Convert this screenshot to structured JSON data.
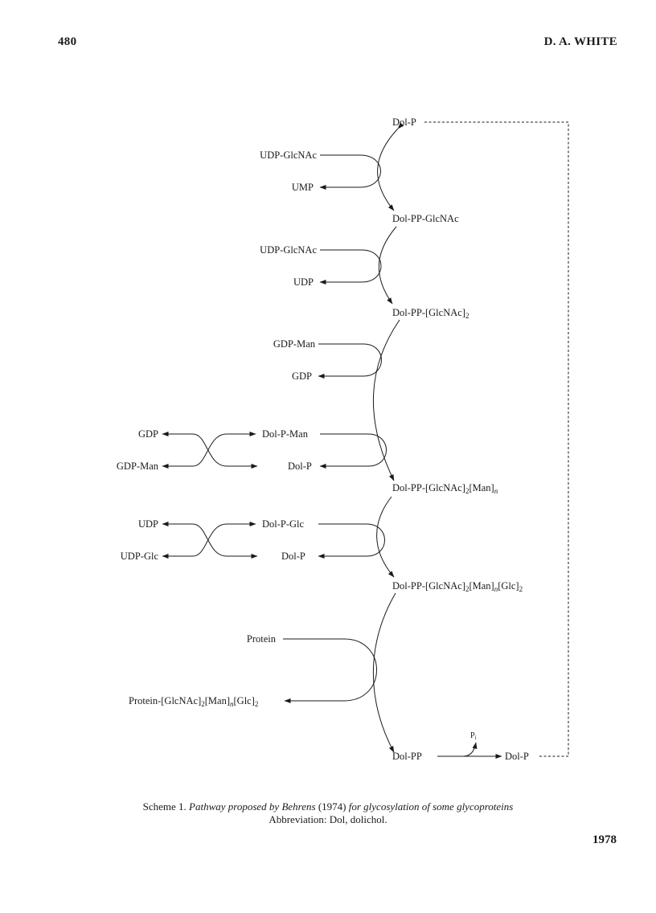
{
  "header": {
    "page_number": "480",
    "author": "D. A. WHITE"
  },
  "scheme": {
    "main_chain": {
      "dol_p": "Dol-P",
      "dol_pp_glcnac": "Dol-PP-GlcNAc",
      "dol_pp_glcnac2": "Dol-PP-[GlcNAc]",
      "dol_pp_glcnac2_man": "Dol-PP-[GlcNAc]",
      "dol_pp_glcnac2_man_glc2": "Dol-PP-[GlcNAc]",
      "dol_pp": "Dol-PP",
      "dol_p_end": "Dol-P",
      "pi": "P"
    },
    "step1": {
      "donor": "UDP-GlcNAc",
      "product": "UMP"
    },
    "step2": {
      "donor": "UDP-GlcNAc",
      "product": "UDP"
    },
    "step3": {
      "donor": "GDP-Man",
      "product": "GDP"
    },
    "step4": {
      "donor": "Dol-P-Man",
      "product": "Dol-P",
      "side_left_top": "GDP",
      "side_left_bottom": "GDP-Man"
    },
    "step5": {
      "donor": "Dol-P-Glc",
      "product": "Dol-P",
      "side_left_top": "UDP",
      "side_left_bottom": "UDP-Glc"
    },
    "step6": {
      "donor": "Protein",
      "product": "Protein-[GlcNAc]"
    }
  },
  "caption": {
    "prefix": "Scheme 1. ",
    "part1": "Pathway proposed by Behrens",
    "year": " (1974) ",
    "part2": "for glycosylation of some glycoproteins",
    "line2": "Abbreviation: Dol, dolichol."
  },
  "footer": {
    "page_number": "1978"
  }
}
